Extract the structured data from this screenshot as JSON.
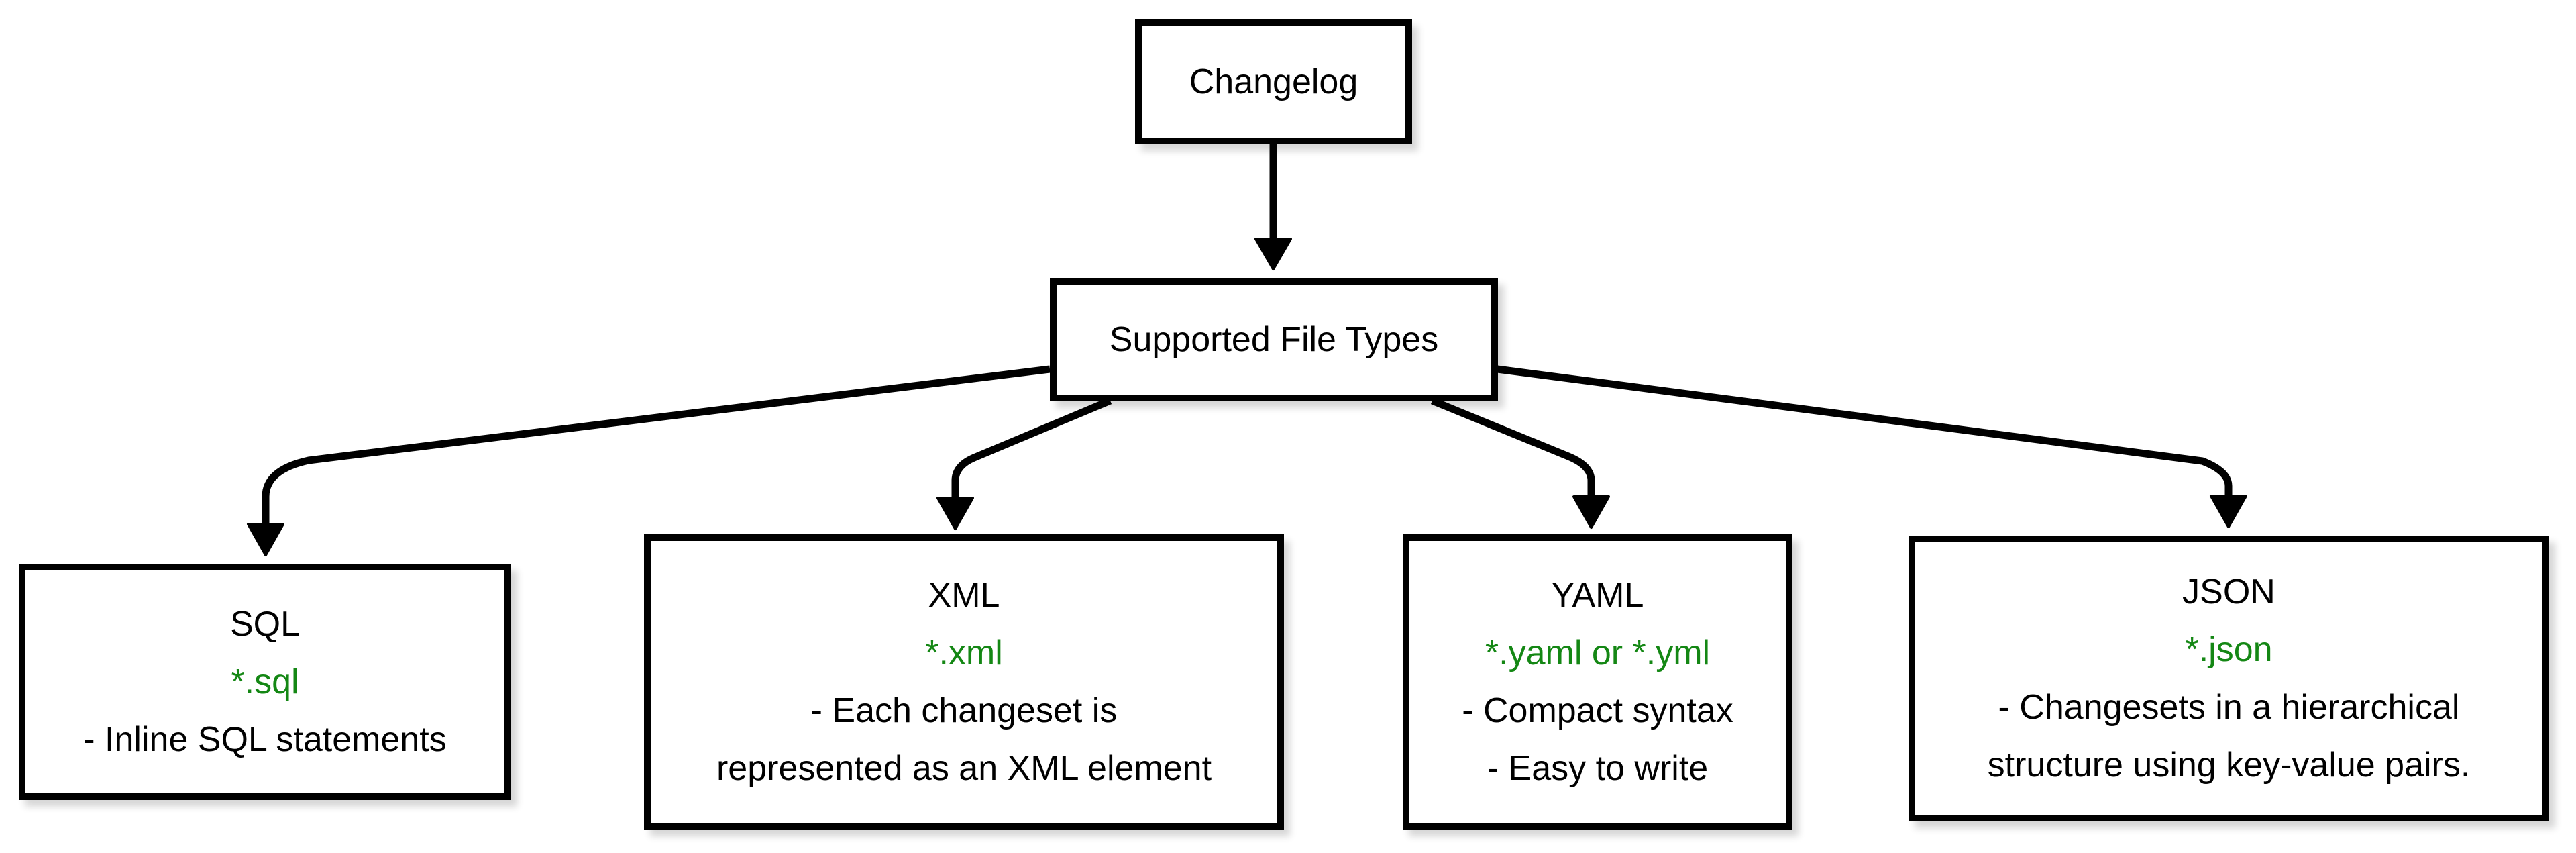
{
  "diagram": {
    "root": {
      "label": "Changelog"
    },
    "hub": {
      "label": "Supported File Types"
    },
    "file_types": [
      {
        "name": "SQL",
        "extension": "*.sql",
        "notes": [
          "- Inline SQL statements"
        ]
      },
      {
        "name": "XML",
        "extension": "*.xml",
        "notes": [
          "- Each changeset is",
          "represented as an XML element"
        ]
      },
      {
        "name": "YAML",
        "extension": "*.yaml or *.yml",
        "notes": [
          "- Compact syntax",
          "- Easy to write"
        ]
      },
      {
        "name": "JSON",
        "extension": "*.json",
        "notes": [
          "- Changesets in a hierarchical",
          "structure using key-value pairs."
        ]
      }
    ],
    "colors": {
      "extension_green": "#148714",
      "stroke_black": "#000000",
      "background_white": "#ffffff"
    }
  }
}
